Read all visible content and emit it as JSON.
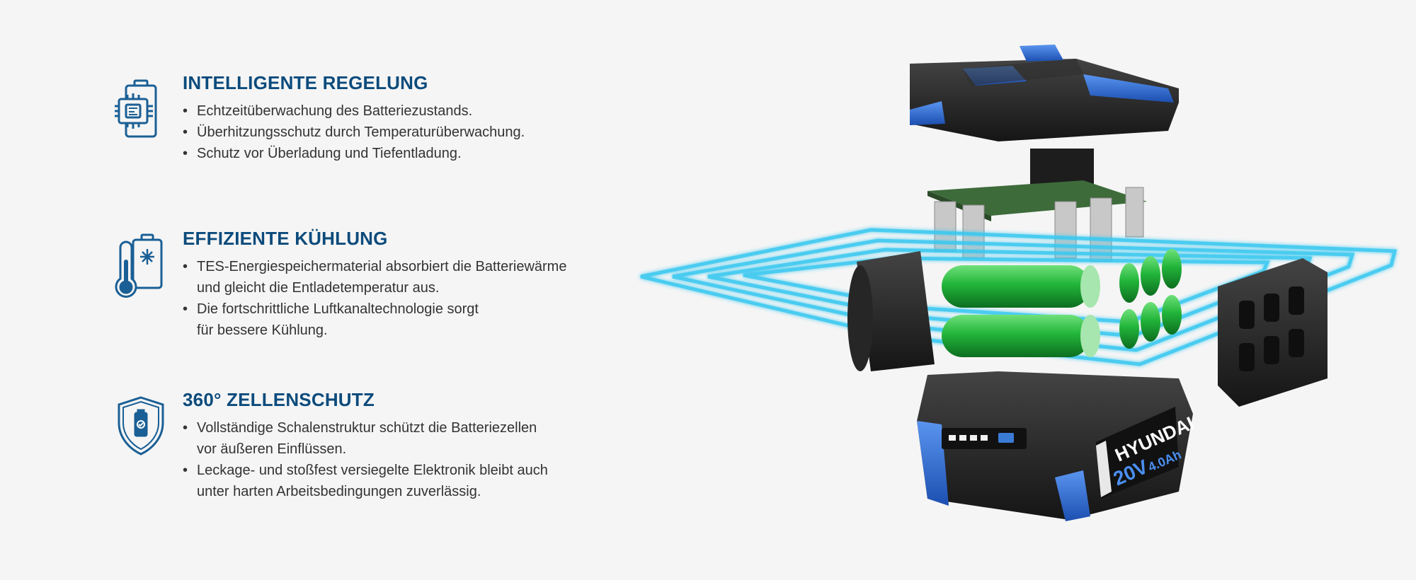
{
  "colors": {
    "heading": "#0c4b7c",
    "icon": "#1a5f95",
    "text": "#333333",
    "glow": "#39c8f0",
    "cell_green": "#22b53a",
    "housing_blue": "#2e6fd6",
    "housing_dark": "#2a2a2a"
  },
  "features": [
    {
      "icon": "battery-chip-icon",
      "title": "INTELLIGENTE REGELUNG",
      "bullets": [
        [
          "Echtzeitüberwachung des Batteriezustands."
        ],
        [
          "Überhitzungsschutz durch Temperaturüberwachung."
        ],
        [
          "Schutz vor Überladung und Tiefentladung."
        ]
      ]
    },
    {
      "icon": "thermometer-snowflake-icon",
      "title": "EFFIZIENTE KÜHLUNG",
      "bullets": [
        [
          "TES-Energiespeichermaterial absorbiert die Batteriewärme",
          "und gleicht die Entladetemperatur aus."
        ],
        [
          "Die fortschrittliche Luftkanaltechnologie sorgt",
          "für bessere Kühlung."
        ]
      ]
    },
    {
      "icon": "shield-battery-icon",
      "title": "360° ZELLENSCHUTZ",
      "bullets": [
        [
          "Vollständige Schalenstruktur schützt die Batteriezellen",
          "vor äußeren Einflüssen."
        ],
        [
          "Leckage- und stoßfest versiegelte Elektronik bleibt auch",
          "unter harten Arbeitsbedingungen zuverlässig."
        ]
      ]
    }
  ],
  "product": {
    "brand": "HYUNDAI",
    "voltage": "20V",
    "capacity": "4.0Ah"
  }
}
